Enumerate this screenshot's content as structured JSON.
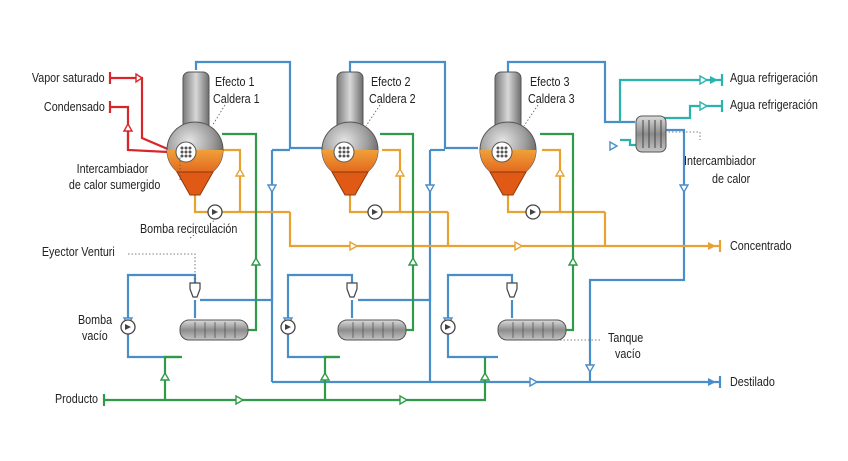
{
  "colors": {
    "steam": "#d9262a",
    "product": "#2f9b48",
    "vapor": "#4a8ec9",
    "concentrate": "#e8a234",
    "cooling": "#2ab3ac",
    "shell": "#9a9a9a",
    "liquid": "#e8731f"
  },
  "labels": {
    "vapor_saturado": "Vapor saturado",
    "condensado": "Condensado",
    "efecto1": "Efecto 1",
    "caldera1": "Caldera 1",
    "efecto2": "Efecto 2",
    "caldera2": "Caldera 2",
    "efecto3": "Efecto 3",
    "caldera3": "Caldera 3",
    "agua_refrigeracion_1": "Agua refrigeración",
    "agua_refrigeracion_2": "Agua refrigeración",
    "intercambiador_sumergido_1": "Intercambiador",
    "intercambiador_sumergido_2": "de calor sumergido",
    "intercambiador_calor_1": "Intercambiador",
    "intercambiador_calor_2": "de calor",
    "bomba_recirculacion": "Bomba recirculación",
    "concentrado": "Concentrado",
    "eyector_venturi": "Eyector Venturi",
    "bomba_vacio_1": "Bomba",
    "bomba_vacio_2": "vacío",
    "tanque_vacio_1": "Tanque",
    "tanque_vacio_2": "vacío",
    "destilado": "Destilado",
    "producto": "Producto"
  }
}
